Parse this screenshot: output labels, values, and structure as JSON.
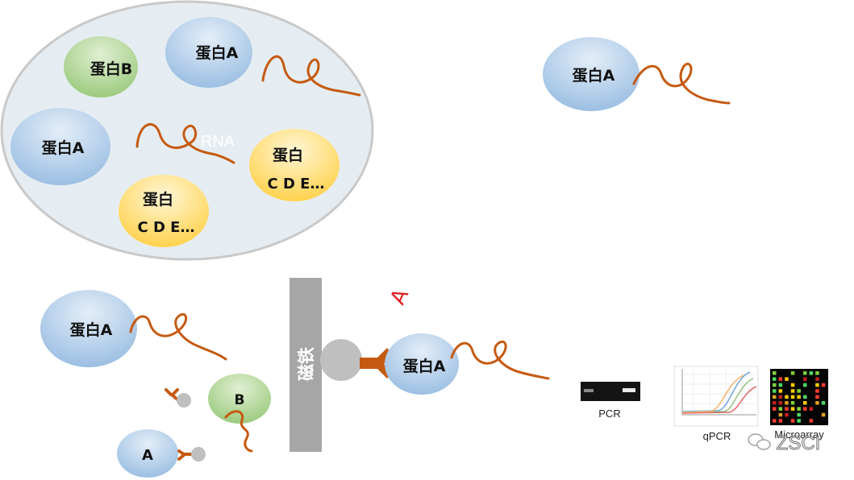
{
  "cell": {
    "protein_b": "蛋白B",
    "protein_a_top": "蛋白A",
    "protein_a_left": "蛋白A",
    "rna_label": "RNA",
    "protein_cde_1_line1": "蛋白",
    "protein_cde_1_line2": "C D E…",
    "protein_cde_2_line1": "蛋白",
    "protein_cde_2_line2": "C D E…"
  },
  "complex_right": {
    "protein_a": "蛋白A"
  },
  "bottom_left": {
    "protein_a": "蛋白A",
    "protein_b_small": "B",
    "protein_a_small": "A"
  },
  "red_mark": "A",
  "magnet": {
    "label": "磁铁"
  },
  "bound_complex": {
    "protein_a": "蛋白A"
  },
  "methods": {
    "pcr": "PCR",
    "qpcr": "qPCR",
    "microarray": "Microarray"
  },
  "watermark": "ZSCI",
  "colors": {
    "blue": "#a9c8e8",
    "green": "#a9d08e",
    "yellow": "#ffd966",
    "rna": "#c55a11",
    "magnet": "#a6a6a6",
    "bead": "#bfbfbf",
    "cell_fill": "#e8eef3",
    "red": "#e02020"
  }
}
